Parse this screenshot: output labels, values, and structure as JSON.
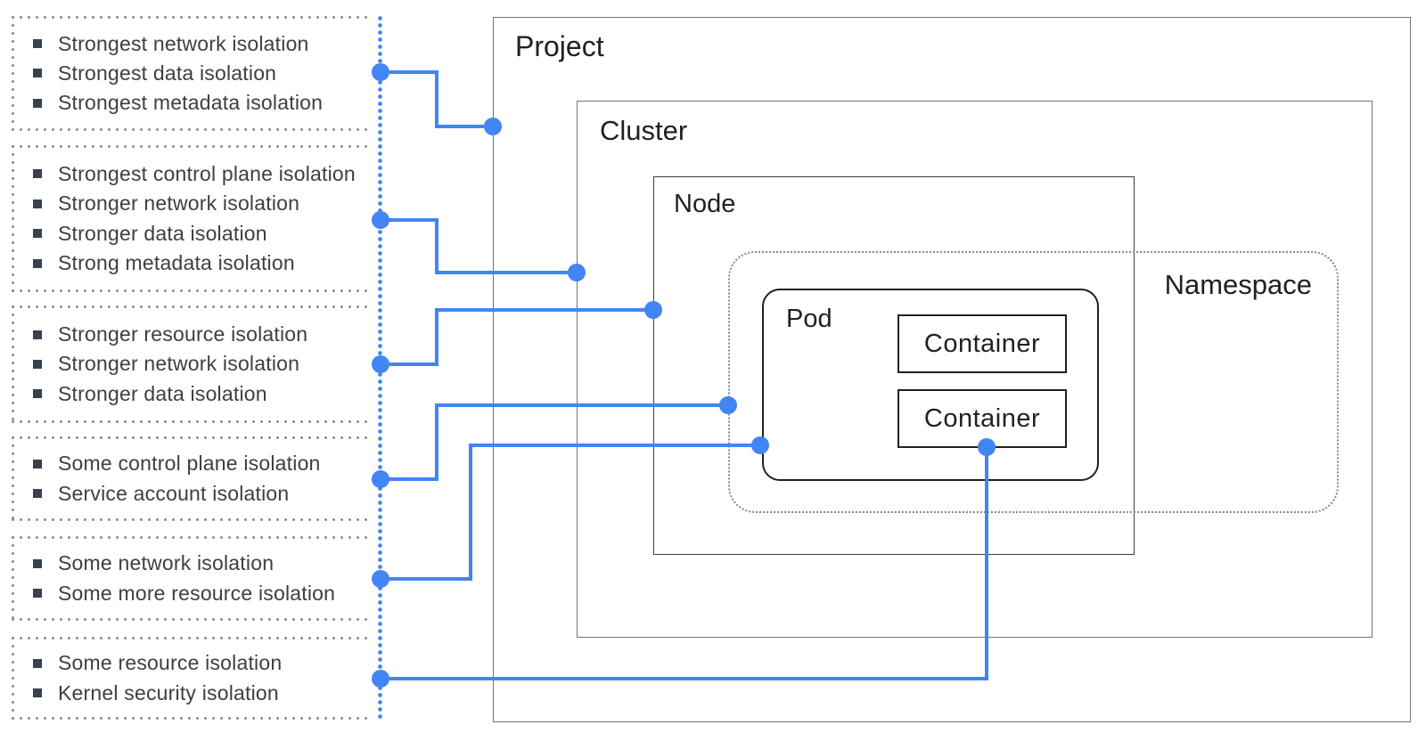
{
  "left_panel": {
    "groups": [
      {
        "items": [
          "Strongest network isolation",
          "Strongest data isolation",
          "Strongest metadata isolation"
        ]
      },
      {
        "items": [
          "Strongest control plane isolation",
          "Stronger network isolation",
          "Stronger data isolation",
          "Strong metadata isolation"
        ]
      },
      {
        "items": [
          "Stronger resource isolation",
          "Stronger network isolation",
          "Stronger data isolation"
        ]
      },
      {
        "items": [
          "Some control plane isolation",
          "Service account isolation"
        ]
      },
      {
        "items": [
          "Some network isolation",
          "Some more resource isolation"
        ]
      },
      {
        "items": [
          "Some resource isolation",
          "Kernel security isolation"
        ]
      }
    ]
  },
  "diagram": {
    "project": {
      "label": "Project"
    },
    "cluster": {
      "label": "Cluster"
    },
    "node": {
      "label": "Node"
    },
    "namespace": {
      "label": "Namespace"
    },
    "pod": {
      "label": "Pod"
    },
    "containers": [
      {
        "label": "Container"
      },
      {
        "label": "Container"
      }
    ]
  },
  "icons": {
    "bullet": "square-bullet",
    "connector_endpoint": "connection-dot"
  },
  "colors": {
    "connector_blue": "#4285f4",
    "list_text": "#3c4043",
    "box_label": "#202124",
    "dotted_gray": "#85898d"
  }
}
